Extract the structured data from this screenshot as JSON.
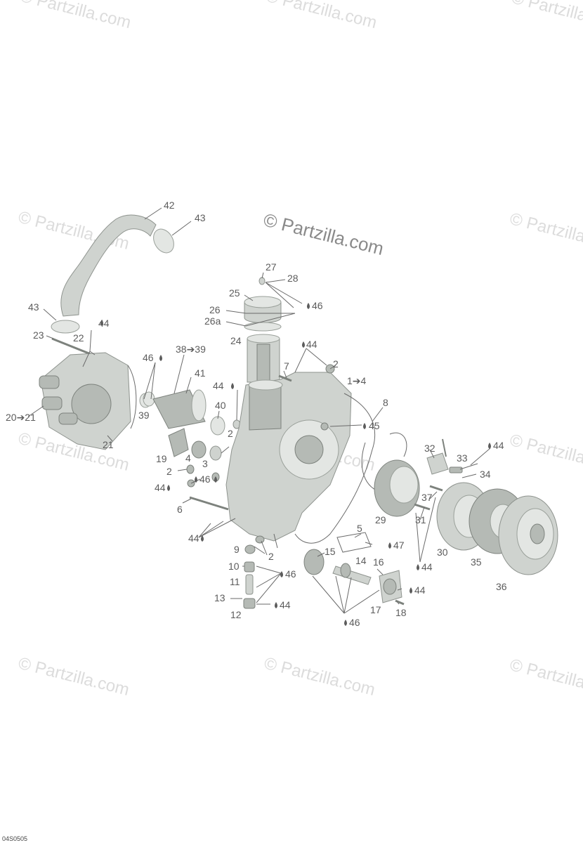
{
  "watermark": "© Partzilla.com",
  "reference_code": "04S0505",
  "callouts": {
    "c42": "42",
    "c43a": "43",
    "c43b": "43",
    "c23": "23",
    "c22": "22",
    "c44_22": "44",
    "c20": "20➔21",
    "c21": "21",
    "c46_39": "46",
    "c39": "39",
    "c38": "38➔39",
    "c41": "41",
    "c40": "40",
    "c44_40": "44",
    "c2_40": "2",
    "c19": "19",
    "c4": "4",
    "c3": "3",
    "c2_4": "2",
    "c46_4": "46",
    "c44_6": "44",
    "c6": "6",
    "c27": "27",
    "c28": "28",
    "c25": "25",
    "c46_26": "46",
    "c26": "26",
    "c26a": "26a",
    "c24": "24",
    "c44_7": "44",
    "c7": "7",
    "c2_7": "2",
    "c1": "1➔4",
    "c8": "8",
    "c45": "45",
    "c32": "32",
    "c44_33": "44",
    "c33": "33",
    "c34": "34",
    "c37": "37",
    "c31": "31",
    "c29": "29",
    "c44_31": "44",
    "c30": "30",
    "c35": "35",
    "c36": "36",
    "c5": "5",
    "c47": "47",
    "c44_9": "44",
    "c9": "9",
    "c2_9": "2",
    "c10": "10",
    "c46_10": "46",
    "c11": "11",
    "c13": "13",
    "c12": "12",
    "c44_12": "44",
    "c15": "15",
    "c14": "14",
    "c16": "16",
    "c44_16": "44",
    "c17": "17",
    "c18": "18",
    "c46_14": "46"
  },
  "icons": [
    "oil-drop-icon"
  ]
}
